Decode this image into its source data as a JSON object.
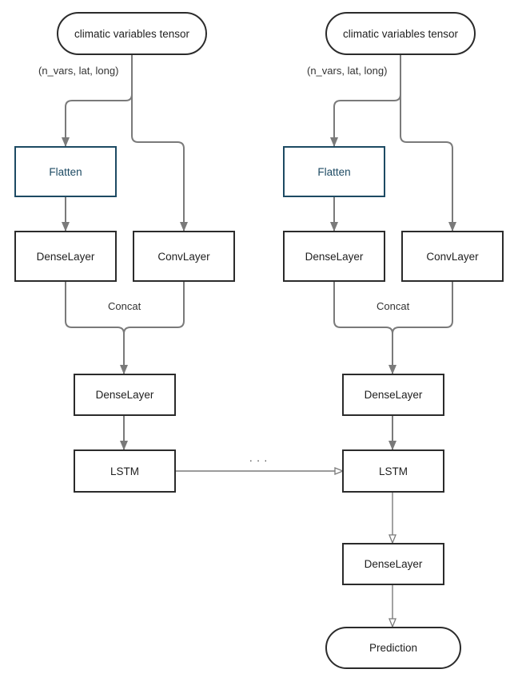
{
  "colors": {
    "edge": "#7a7a7a",
    "node_border": "#2b2b2b",
    "flatten_accent": "#1d4a63"
  },
  "left": {
    "input": "climatic variables tensor",
    "shape_label": "(n_vars, lat, long)",
    "flatten": "Flatten",
    "dense1": "DenseLayer",
    "conv": "ConvLayer",
    "concat_label": "Concat",
    "dense2": "DenseLayer",
    "lstm": "LSTM"
  },
  "right": {
    "input": "climatic variables tensor",
    "shape_label": "(n_vars, lat, long)",
    "flatten": "Flatten",
    "dense1": "DenseLayer",
    "conv": "ConvLayer",
    "concat_label": "Concat",
    "dense2": "DenseLayer",
    "lstm": "LSTM",
    "dense_out": "DenseLayer",
    "prediction": "Prediction"
  },
  "ellipsis": ". . ."
}
